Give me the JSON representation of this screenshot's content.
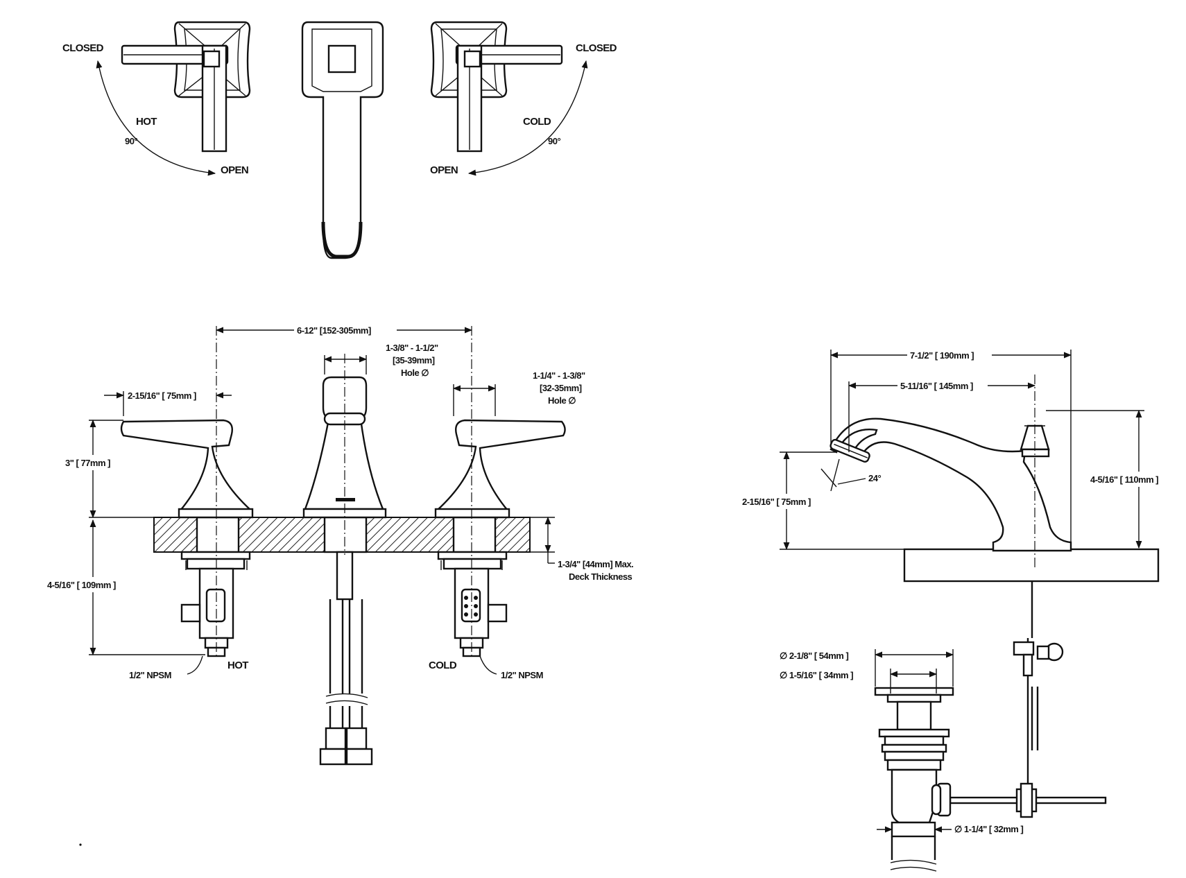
{
  "top_view": {
    "left_handle": {
      "closed": "CLOSED",
      "side": "HOT",
      "angle": "90°",
      "open": "OPEN"
    },
    "right_handle": {
      "closed": "CLOSED",
      "side": "COLD",
      "angle": "90°",
      "open": "OPEN"
    }
  },
  "front_view": {
    "spread": "6-12\" [152-305mm]",
    "spout_hole": [
      "1-3/8\" - 1-1/2\"",
      "[35-39mm]",
      "Hole ∅"
    ],
    "handle_hole": [
      "1-1/4\" - 1-3/8\"",
      "[32-35mm]",
      "Hole ∅"
    ],
    "handle_reach": "2-15/16\" [ 75mm ]",
    "handle_height": "3\" [ 77mm ]",
    "shank_length": "4-5/16\" [ 109mm ]",
    "deck_thickness": [
      "1-3/4\" [44mm] Max.",
      "Deck Thickness"
    ],
    "hot_label": "HOT",
    "cold_label": "COLD",
    "left_connection": "1/2\" NPSM",
    "right_connection": "1/2\" NPSM"
  },
  "side_view": {
    "overall_length": "7-1/2\" [ 190mm ]",
    "spout_reach": "5-11/16\" [ 145mm ]",
    "spout_height": "2-15/16\" [ 75mm ]",
    "spout_angle": "24°",
    "overall_height": "4-5/16\" [ 110mm ]"
  },
  "drain": {
    "flange_dia": "∅ 2-1/8\" [ 54mm ]",
    "body_dia": "∅ 1-5/16\" [ 34mm ]",
    "tailpiece_dia": "∅ 1-1/4\" [ 32mm ]"
  }
}
